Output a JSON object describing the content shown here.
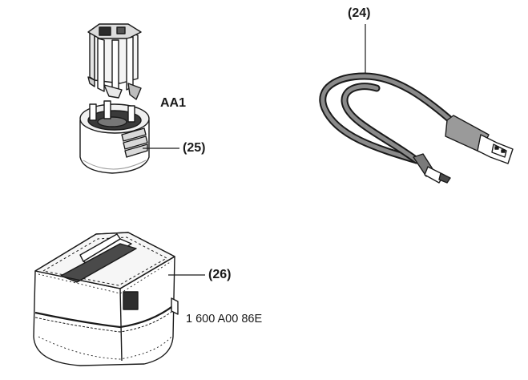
{
  "labels": {
    "adapter_aa1": "AA1",
    "battery_adapter": "(25)",
    "usb_cable": "(24)",
    "carrying_bag": "(26)"
  },
  "part_number": "1 600 A00 86E"
}
